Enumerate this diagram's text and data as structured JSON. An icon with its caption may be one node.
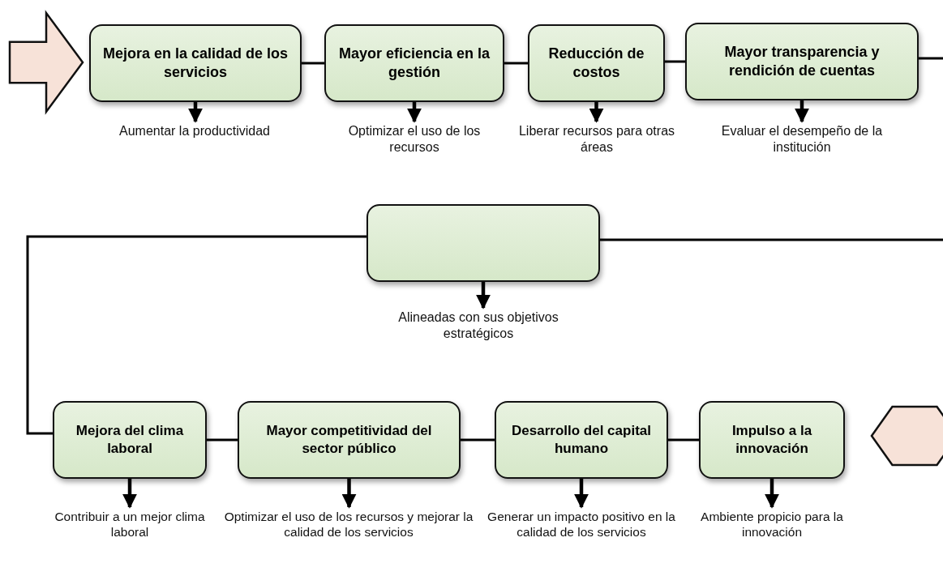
{
  "diagram": {
    "nodes": [
      {
        "text": [],
        "shape": "arrow"
      },
      {
        "text": [
          "Mejora en la calidad de los servicios"
        ]
      },
      {
        "text": [
          "Mayor eficiencia en la gestión"
        ]
      },
      {
        "text": [
          "Reducción de costos"
        ]
      },
      {
        "text": [
          "Mayor transparencia y rendición de cuentas"
        ]
      },
      {
        "text": [
          "Aumentar la productividad"
        ]
      },
      {
        "text": [
          "Optimizar el uso de los recursos"
        ]
      },
      {
        "text": [
          "Liberar recursos para otras áreas"
        ]
      },
      {
        "text": [
          "Evaluar el desempeño de la institución"
        ]
      },
      {
        "text": [],
        "shape": "box"
      },
      {
        "text": [
          "Alineadas con sus objetivos estratégicos"
        ]
      },
      {
        "text": [
          "Mejora del clima laboral"
        ]
      },
      {
        "text": [
          "Mayor competitividad del sector público"
        ]
      },
      {
        "text": [
          "Desarrollo del capital humano"
        ]
      },
      {
        "text": [
          "Impulso a la innovación"
        ]
      },
      {
        "text": [
          "Contribuir a un mejor clima laboral"
        ]
      },
      {
        "text": [
          "Optimizar el uso de los recursos y mejorar la calidad de los servicios"
        ]
      },
      {
        "text": [
          "Generar un impacto positivo en la calidad de los servicios"
        ]
      },
      {
        "text": [
          "Ambiente propicio para la innovación"
        ]
      },
      {
        "text": [],
        "shape": "hexagon"
      }
    ],
    "edges": [
      {
        "from": 1,
        "to": 2,
        "arrow": "none"
      },
      {
        "from": 2,
        "to": 3,
        "arrow": "none"
      },
      {
        "from": 3,
        "to": 4,
        "arrow": "none"
      },
      {
        "from": 4,
        "to": null,
        "arrow": "none"
      },
      {
        "from": 1,
        "to": 5,
        "arrow": "to"
      },
      {
        "from": 2,
        "to": 6,
        "arrow": "to"
      },
      {
        "from": 3,
        "to": 7,
        "arrow": "to"
      },
      {
        "from": 4,
        "to": 8,
        "arrow": "to"
      },
      {
        "from": 9,
        "to": null,
        "arrow": "none"
      },
      {
        "from": 9,
        "to": 10,
        "arrow": "to"
      },
      {
        "from": 9,
        "to": 11,
        "arrow": "none"
      },
      {
        "from": 11,
        "to": 12,
        "arrow": "none"
      },
      {
        "from": 12,
        "to": 13,
        "arrow": "none"
      },
      {
        "from": 13,
        "to": 14,
        "arrow": "none"
      },
      {
        "from": 11,
        "to": 15,
        "arrow": "to"
      },
      {
        "from": 12,
        "to": 16,
        "arrow": "to"
      },
      {
        "from": 13,
        "to": 17,
        "arrow": "to"
      },
      {
        "from": 14,
        "to": 18,
        "arrow": "to"
      }
    ]
  }
}
